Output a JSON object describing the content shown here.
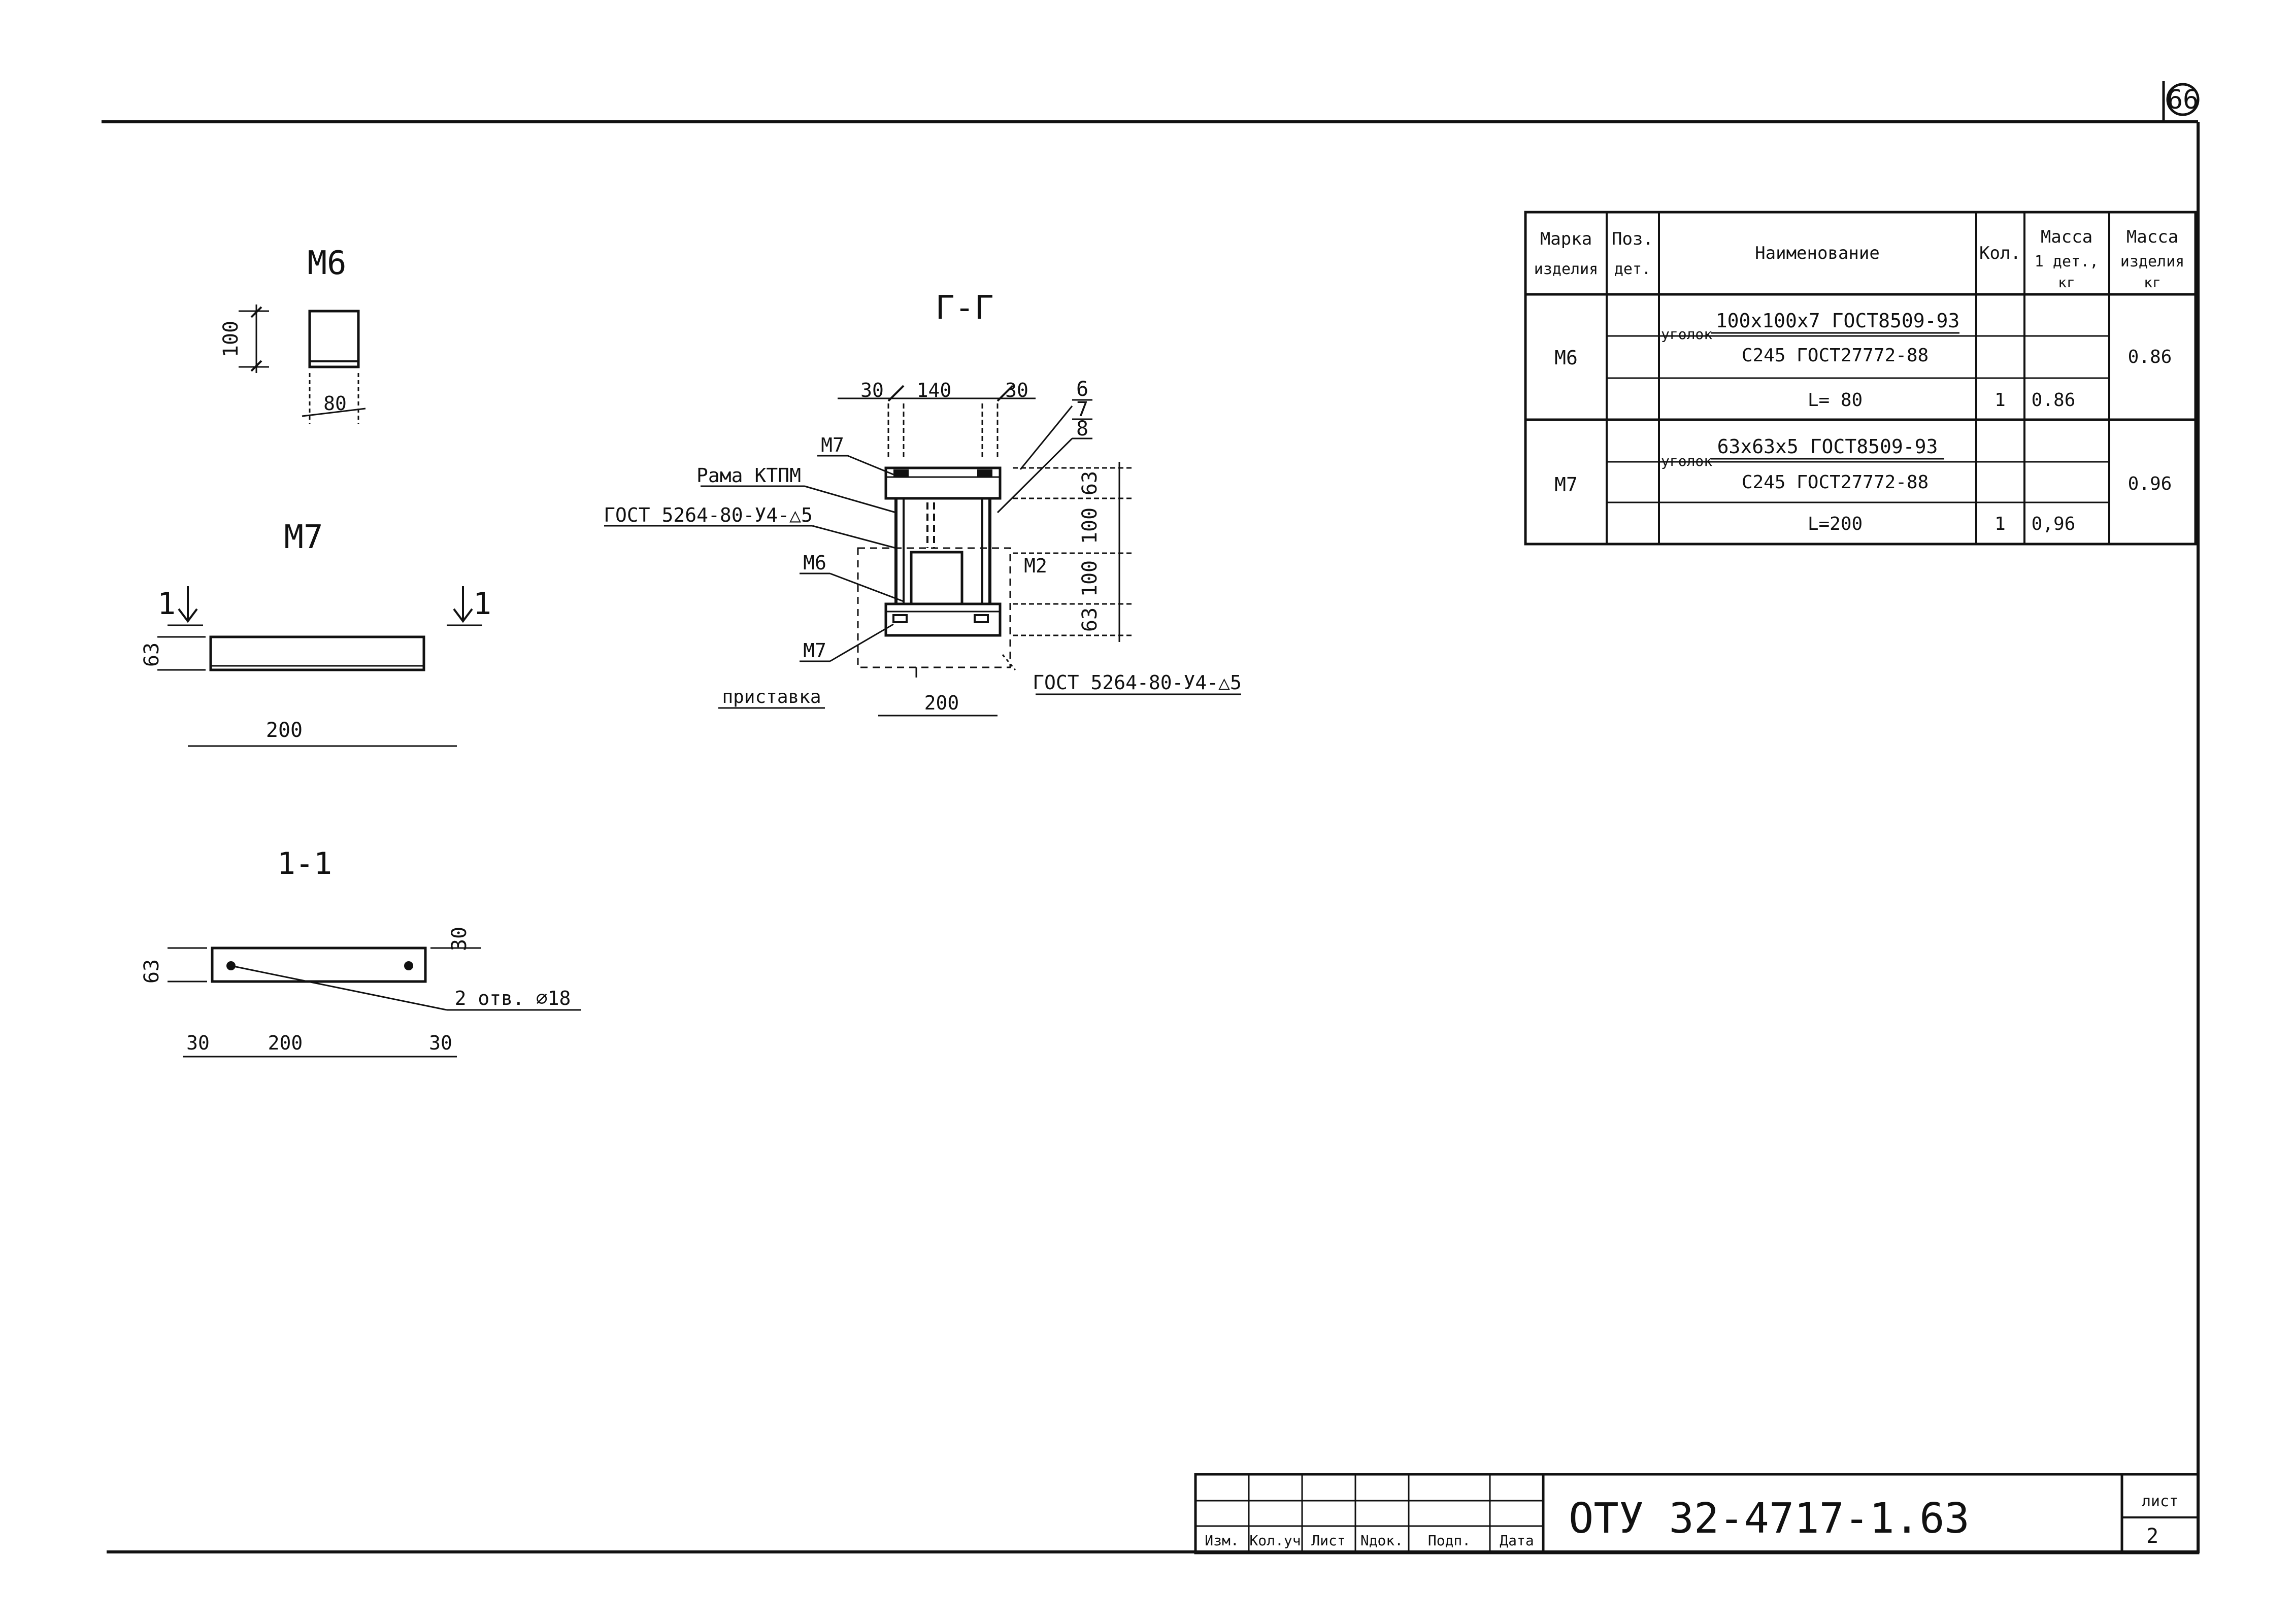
{
  "sheet": {
    "page_number": "66",
    "stamp": {
      "document_code": "ОТУ 32-4717-1.63",
      "sheet_label": "лист",
      "sheet_number": "2",
      "columns": [
        "Изм.",
        "Кол.уч",
        "Лист",
        "Nдок.",
        "Подп.",
        "Дата"
      ]
    }
  },
  "views": {
    "m6": {
      "title": "М6",
      "dim_height": "100",
      "dim_width": "80"
    },
    "m7": {
      "title": "М7",
      "section_mark": "1",
      "dim_height": "63",
      "dim_length": "200"
    },
    "section_1_1": {
      "title": "1-1",
      "dim_height": "63",
      "dim_top": "30",
      "hole_note": "2 отв. ⌀18",
      "dims_bottom": [
        "30",
        "200",
        "30"
      ]
    },
    "section_gg": {
      "title": "Г-Г",
      "dims_top": [
        "30",
        "140",
        "30"
      ],
      "item_numbers": [
        "6",
        "7",
        "8"
      ],
      "dims_right": [
        "63",
        "100",
        "100",
        "63"
      ],
      "dim_bottom": "200",
      "labels": {
        "m7_top": "М7",
        "frame": "Рама КТПМ",
        "weld_top": "ГОСТ 5264-80-У4-△5",
        "m6": "М6",
        "m2": "М2",
        "m7_bottom": "М7",
        "adapter": "приставка",
        "weld_bottom": "ГОСТ 5264-80-У4-△5"
      }
    }
  },
  "spec_table": {
    "headers": {
      "mark": [
        "Марка",
        "изделия"
      ],
      "pos": [
        "Поз.",
        "дет."
      ],
      "name": "Наименование",
      "qty": "Кол.",
      "mass_part": [
        "Масса",
        "1 дет.,",
        "кг"
      ],
      "mass_item": [
        "Масса",
        "изделия",
        "кг"
      ]
    },
    "rows": [
      {
        "mark": "М6",
        "type": "уголок",
        "profile": "100x100x7 ГОСТ8509-93",
        "steel": "С245 ГОСТ27772-88",
        "length": "L= 80",
        "qty": "1",
        "mass_part": "0.86",
        "mass_item": "0.86"
      },
      {
        "mark": "М7",
        "type": "уголок",
        "profile": "63x63x5 ГОСТ8509-93",
        "steel": "С245 ГОСТ27772-88",
        "length": "L=200",
        "qty": "1",
        "mass_part": "0,96",
        "mass_item": "0.96"
      }
    ]
  }
}
